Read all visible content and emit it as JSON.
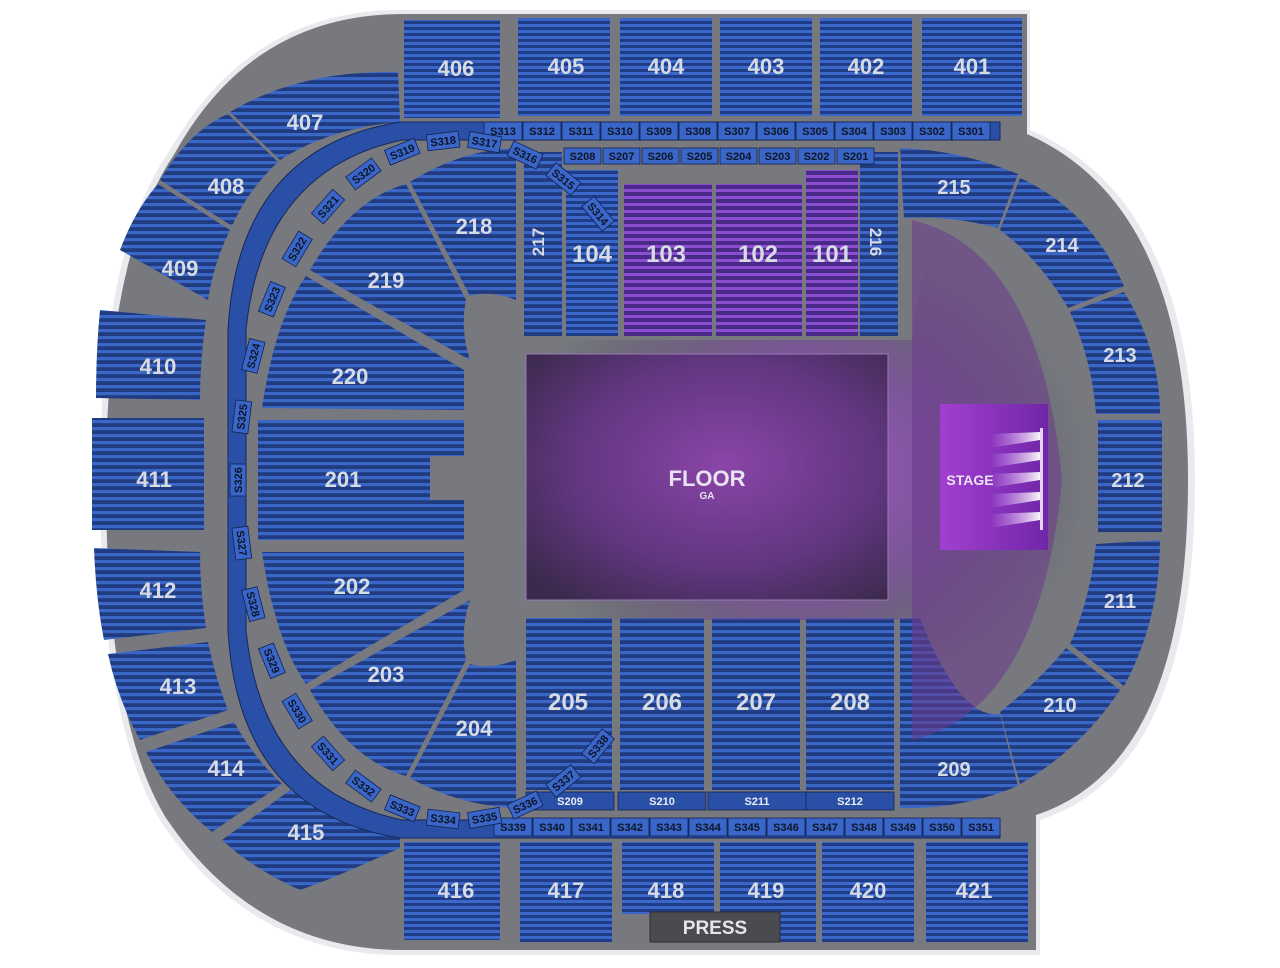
{
  "venue_map": {
    "floor": {
      "label": "FLOOR",
      "sub_label": "GA"
    },
    "stage": {
      "label": "STAGE"
    },
    "press": {
      "label": "PRESS"
    },
    "colors": {
      "concourse": "#777a80",
      "concourse_light": "#9a9ca1",
      "seat_blue": "#2f59b8",
      "seat_dark": "#1f3c86",
      "suite_blue": "#2b55b3",
      "floor_purple": "#6e3c8f",
      "stage_glow": "#b04ad8",
      "lower_purple": "#7a42b6",
      "label_light": "#d7dbe3"
    },
    "sections_400_top": [
      "406",
      "405",
      "404",
      "403",
      "402",
      "401"
    ],
    "sections_400_left": [
      "407",
      "408",
      "409",
      "410",
      "411",
      "412",
      "413",
      "414",
      "415"
    ],
    "sections_400_bottom": [
      "416",
      "417",
      "418",
      "419",
      "420",
      "421"
    ],
    "sections_200": [
      "218",
      "219",
      "220",
      "201",
      "202",
      "203",
      "204",
      "205",
      "206",
      "207",
      "208",
      "209",
      "210",
      "211",
      "212",
      "213",
      "214",
      "215",
      "216",
      "217"
    ],
    "sections_100": [
      "104",
      "103",
      "102",
      "101"
    ],
    "suites_top": [
      "S313",
      "S312",
      "S311",
      "S310",
      "S309",
      "S308",
      "S307",
      "S306",
      "S305",
      "S304",
      "S303",
      "S302",
      "S301"
    ],
    "suites_top_arc": [
      "S314",
      "S315",
      "S316",
      "S317",
      "S318",
      "S319",
      "S320",
      "S321",
      "S322",
      "S323",
      "S324",
      "S325",
      "S326",
      "S327",
      "S328",
      "S329",
      "S330",
      "S331",
      "S332",
      "S333",
      "S334",
      "S335",
      "S336",
      "S337",
      "S338"
    ],
    "suites_bottom": [
      "S339",
      "S340",
      "S341",
      "S342",
      "S343",
      "S344",
      "S345",
      "S346",
      "S347",
      "S348",
      "S349",
      "S350",
      "S351"
    ],
    "suites_200_top": [
      "S208",
      "S207",
      "S206",
      "S205",
      "S204",
      "S203",
      "S202",
      "S201"
    ],
    "suites_200_bottom": [
      "S209",
      "S210",
      "S211",
      "S212"
    ]
  }
}
